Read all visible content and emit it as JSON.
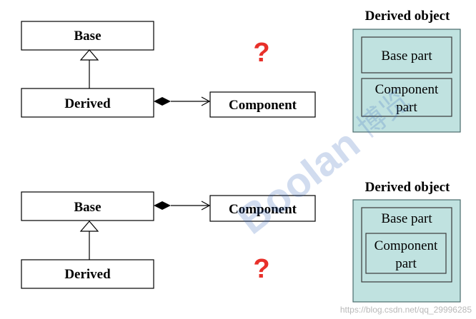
{
  "top": {
    "base_label": "Base",
    "derived_label": "Derived",
    "component_label": "Component",
    "question_mark": "?",
    "object": {
      "title": "Derived object",
      "base_part": "Base part",
      "component_part_line1": "Component",
      "component_part_line2": "part"
    }
  },
  "bottom": {
    "base_label": "Base",
    "derived_label": "Derived",
    "component_label": "Component",
    "question_mark": "?",
    "object": {
      "title": "Derived object",
      "base_part": "Base part",
      "component_part_line1": "Component",
      "component_part_line2": "part"
    }
  },
  "watermark": {
    "brand": "BooIan",
    "brand_cn": "博览",
    "url": "https://blog.csdn.net/qq_29996285"
  },
  "colors": {
    "object_fill": "#c0e2e0",
    "object_stroke": "#4a6b6b",
    "question_mark": "#e8302a",
    "watermark": "#2f5fb7"
  }
}
